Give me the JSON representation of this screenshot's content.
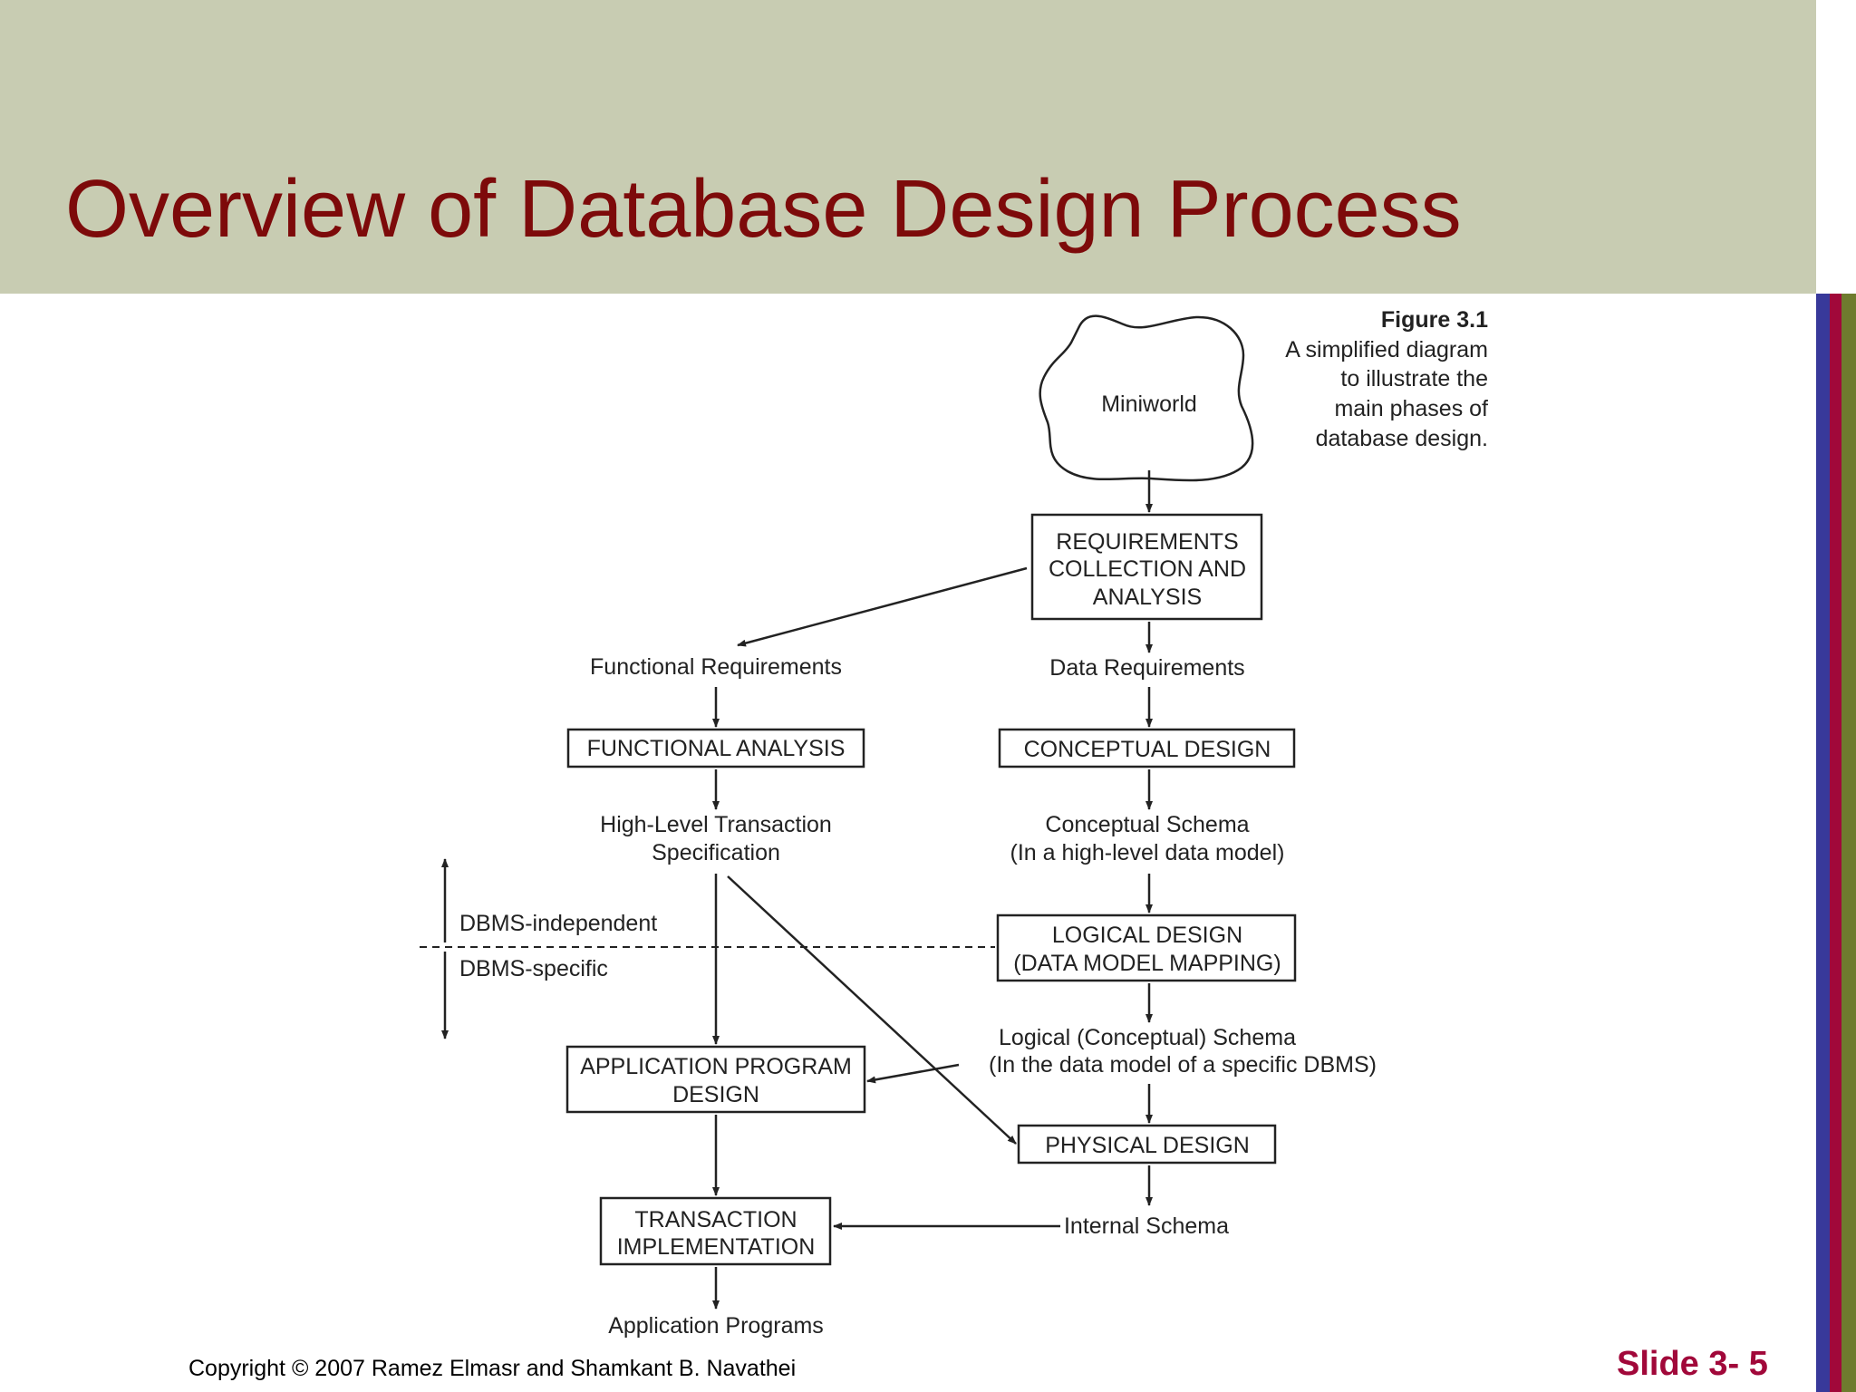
{
  "slide": {
    "title": "Overview of Database Design Process",
    "copyright": "Copyright © 2007 Ramez Elmasr and Shamkant B. Navathei",
    "slide_number": "Slide 3- 5"
  },
  "colors": {
    "header_bg": "#c8ccb2",
    "title": "#7d0a0a",
    "slide_number": "#a1083a",
    "stripe_blue": "#38399a",
    "stripe_red": "#a1083a",
    "stripe_green": "#6f7b2e"
  },
  "figure": {
    "number": "Figure 3.1",
    "caption_lines": [
      "A simplified diagram",
      "to illustrate the",
      "main phases of",
      "database design."
    ]
  },
  "diagram": {
    "miniworld": "Miniworld",
    "requirements_box": [
      "REQUIREMENTS",
      "COLLECTION AND",
      "ANALYSIS"
    ],
    "functional_requirements": "Functional Requirements",
    "data_requirements": "Data Requirements",
    "functional_analysis_box": "FUNCTIONAL ANALYSIS",
    "conceptual_design_box": "CONCEPTUAL DESIGN",
    "high_level_spec": [
      "High-Level Transaction",
      "Specification"
    ],
    "conceptual_schema": [
      "Conceptual Schema",
      "(In a high-level data model)"
    ],
    "dbms_independent": "DBMS-independent",
    "dbms_specific": "DBMS-specific",
    "logical_design_box": [
      "LOGICAL DESIGN",
      "(DATA MODEL MAPPING)"
    ],
    "logical_schema": [
      "Logical (Conceptual) Schema",
      "(In the data model of a specific DBMS)"
    ],
    "application_program_design_box": [
      "APPLICATION PROGRAM",
      "DESIGN"
    ],
    "physical_design_box": "PHYSICAL DESIGN",
    "transaction_implementation_box": [
      "TRANSACTION",
      "IMPLEMENTATION"
    ],
    "internal_schema": "Internal Schema",
    "application_programs": "Application Programs"
  }
}
